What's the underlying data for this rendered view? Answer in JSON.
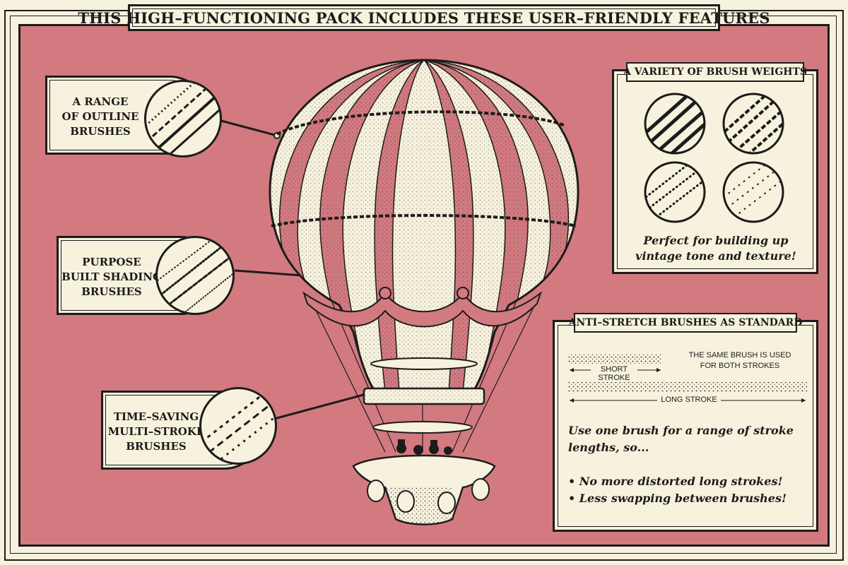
{
  "title": "THIS HIGH–FUNCTIONING PACK INCLUDES THESE USER–FRIENDLY FEATURES",
  "callouts": [
    {
      "lines": [
        "A RANGE",
        "OF OUTLINE",
        "BRUSHES"
      ]
    },
    {
      "lines": [
        "PURPOSE",
        "BUILT SHADING",
        "BRUSHES"
      ]
    },
    {
      "lines": [
        "TIME–SAVING",
        "MULTI–STROKE",
        "BRUSHES"
      ]
    }
  ],
  "weights_panel": {
    "heading": "A VARIETY OF BRUSH WEIGHTS",
    "caption_line1": "Perfect for building up",
    "caption_line2": "vintage tone and texture!"
  },
  "stretch_panel": {
    "heading": "ANTI–STRETCH BRUSHES AS STANDARD",
    "note_line1": "THE SAME BRUSH IS USED",
    "note_line2": "FOR BOTH STROKES",
    "short_label": "SHORT STROKE",
    "long_label": "LONG STROKE",
    "body_line1": "Use one brush for a range of stroke",
    "body_line2": "lengths, so...",
    "bullets": [
      "No more distorted long strokes!",
      "Less swapping between brushes!"
    ]
  },
  "colors": {
    "background": "#f7f2dd",
    "accent": "#d27a80",
    "ink": "#1d1b1b"
  }
}
